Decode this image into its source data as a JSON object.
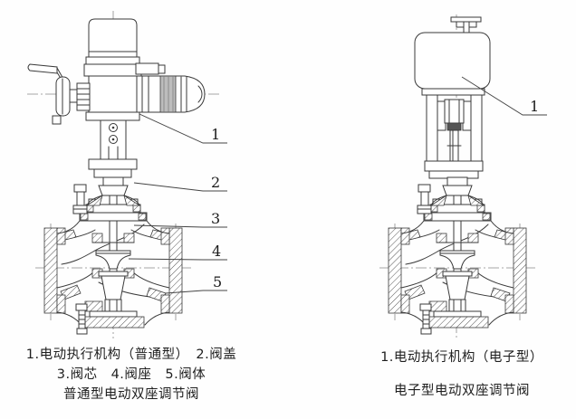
{
  "figure": {
    "left": {
      "callouts": [
        "1",
        "2",
        "3",
        "4",
        "5"
      ],
      "caption": {
        "line1": "1.电动执行机构（普通型）　2.阀盖",
        "line2": "3.阀芯　4.阀座　5.阀体",
        "line3": "普通型电动双座调节阀"
      }
    },
    "right": {
      "callouts": [
        "1"
      ],
      "caption": {
        "line1": "1.电动执行机构（电子型）",
        "line2": "电子型电动双座调节阀"
      }
    }
  }
}
